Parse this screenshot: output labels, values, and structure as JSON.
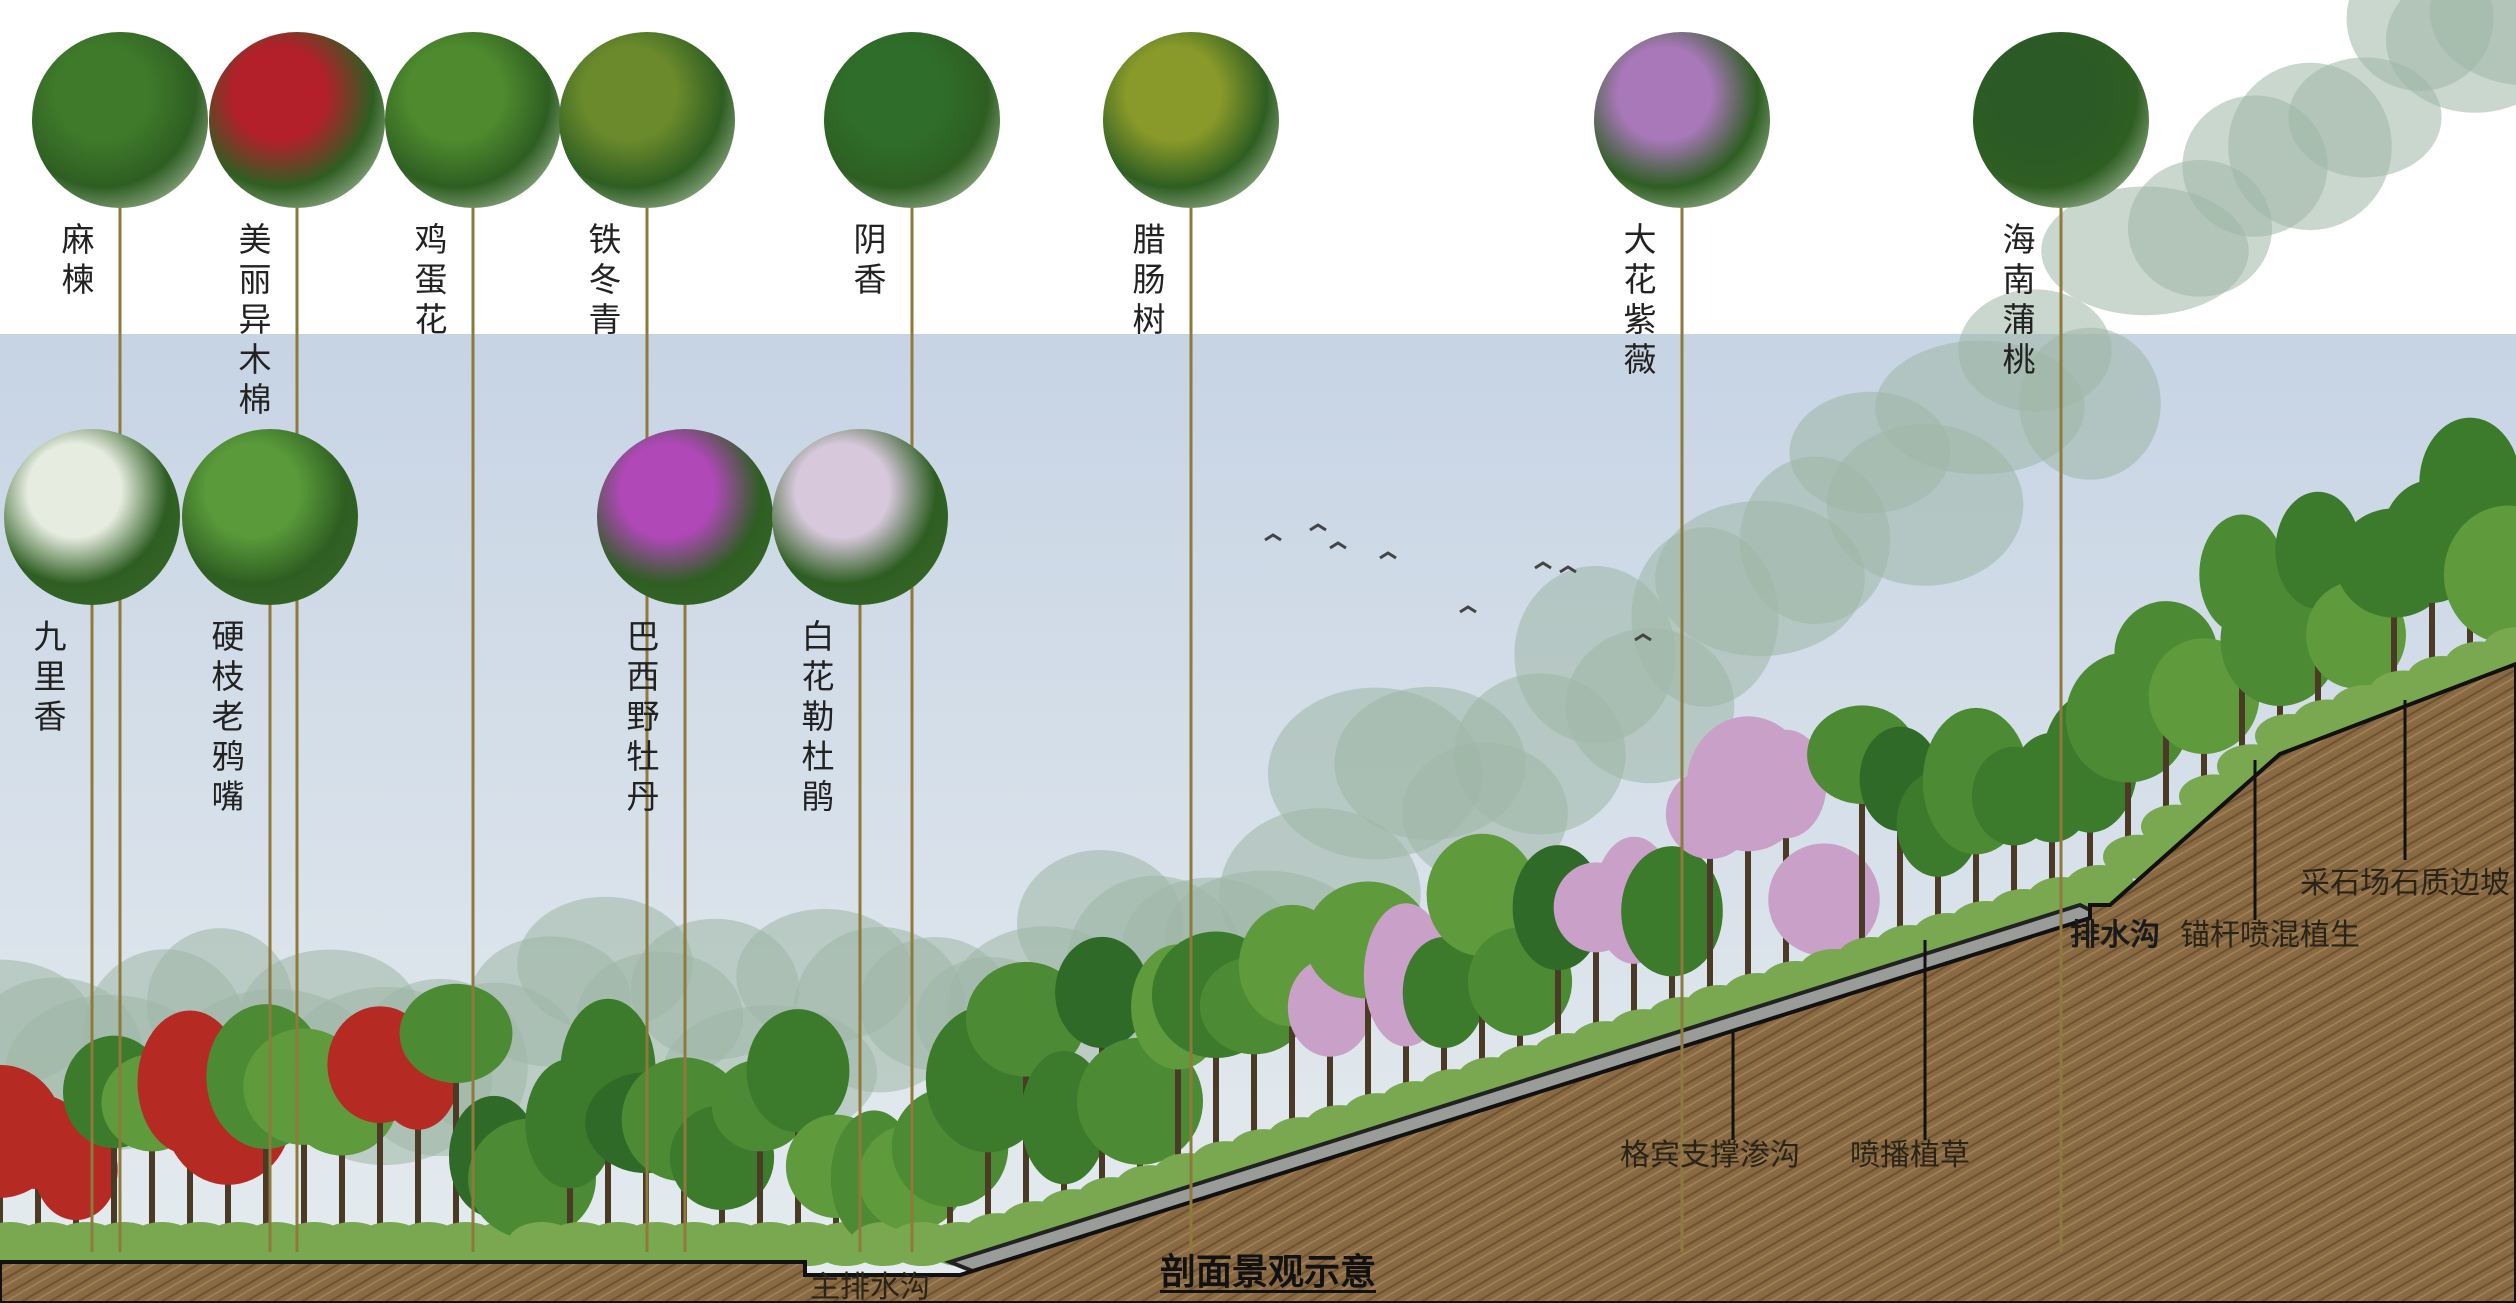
{
  "plants": [
    {
      "name": "麻楝",
      "kind": "tree",
      "color": "#3f7a2a"
    },
    {
      "name": "美丽异木棉",
      "kind": "tree",
      "color": "#b3202a"
    },
    {
      "name": "鸡蛋花",
      "kind": "tree",
      "color": "#4f8b2e"
    },
    {
      "name": "铁冬青",
      "kind": "tree",
      "color": "#6b8a2c"
    },
    {
      "name": "阴香",
      "kind": "tree",
      "color": "#2f6e2a"
    },
    {
      "name": "腊肠树",
      "kind": "tree",
      "color": "#8a9a2a"
    },
    {
      "name": "大花紫薇",
      "kind": "tree",
      "color": "#a878b8"
    },
    {
      "name": "海南蒲桃",
      "kind": "tree",
      "color": "#2b5a26"
    },
    {
      "name": "九里香",
      "kind": "shrub",
      "color": "#e6ece0"
    },
    {
      "name": "硬枝老鸦嘴",
      "kind": "shrub",
      "color": "#5a9a3a"
    },
    {
      "name": "巴西野牡丹",
      "kind": "shrub",
      "color": "#b048b8"
    },
    {
      "name": "白花勒杜鹃",
      "kind": "shrub",
      "color": "#d8c8dc"
    }
  ],
  "annotations": {
    "main_ditch": "主排水沟",
    "gabion": "格宾支撑渗沟",
    "hydroseed": "喷播植草",
    "drain": "排水沟",
    "anchor": "锚杆喷混植生",
    "quarry": "采石场石质边坡"
  },
  "title": "剖面景观示意",
  "colors": {
    "sky": "#cfd9e6",
    "soil": "#8a6a43",
    "green": "#3c7a2c"
  }
}
